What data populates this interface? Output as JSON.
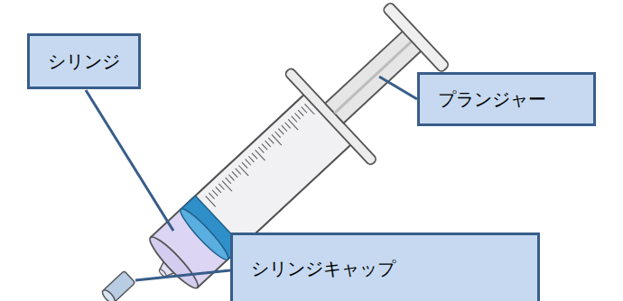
{
  "diagram": {
    "nodes": [
      {
        "text": [
          "シリンジ"
        ]
      },
      {
        "text": [
          "プランジャー"
        ]
      },
      {
        "text": [
          "シリンジキャップ"
        ]
      }
    ]
  }
}
